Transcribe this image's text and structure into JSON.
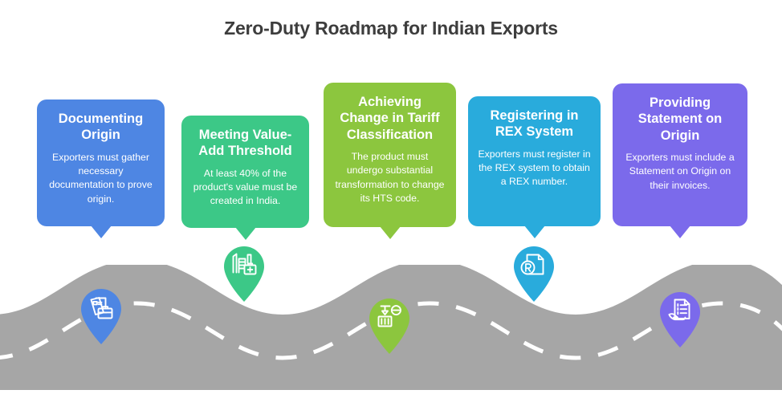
{
  "page": {
    "title": "Zero-Duty Roadmap for Indian Exports",
    "background_color": "#ffffff",
    "title_color": "#3d3d3d"
  },
  "road": {
    "name": "winding-road",
    "color": "#a6a6a6",
    "centerline_color": "#ffffff",
    "centerline_style": "dashed"
  },
  "steps": [
    {
      "index": 1,
      "title": "Documenting Origin",
      "description": "Exporters must gather necessary documentation to prove origin.",
      "color": "#4e86e3",
      "icon": "documents-briefcase-icon",
      "pin_label": "step-1-pin"
    },
    {
      "index": 2,
      "title": "Meeting Value-Add Threshold",
      "description": "At least 40% of the product's value must be created in India.",
      "color": "#3cc887",
      "icon": "factory-briefcase-icon",
      "pin_label": "step-2-pin"
    },
    {
      "index": 3,
      "title": "Achieving Change in Tariff Classification",
      "description": "The product must undergo substantial transformation to change its HTS code.",
      "color": "#8cc63e",
      "icon": "crane-container-capsule-icon",
      "pin_label": "step-3-pin"
    },
    {
      "index": 4,
      "title": "Registering in REX System",
      "description": "Exporters must register in the REX system to obtain a REX number.",
      "color": "#29abdc",
      "icon": "registered-document-icon",
      "pin_label": "step-4-pin"
    },
    {
      "index": 5,
      "title": "Providing Statement on Origin",
      "description": "Exporters must include a Statement on Origin on their invoices.",
      "color": "#7b6aeb",
      "icon": "hand-holding-document-icon",
      "pin_label": "step-5-pin"
    }
  ]
}
